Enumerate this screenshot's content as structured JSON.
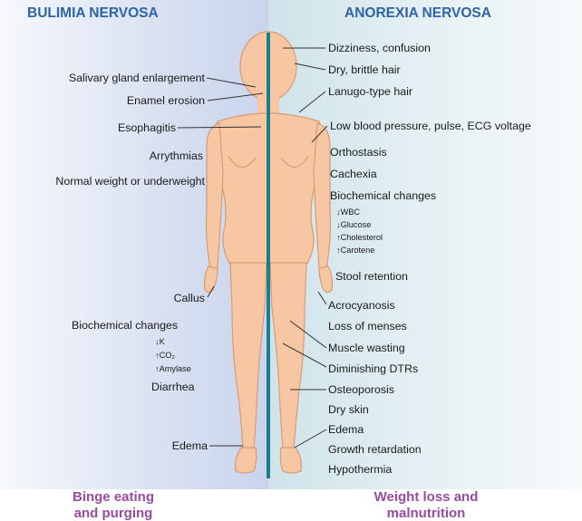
{
  "headers": {
    "left": "BULIMIA NERVOSA",
    "right": "ANOREXIA NERVOSA"
  },
  "footers": {
    "left_line1": "Binge eating",
    "left_line2": "and purging",
    "right_line1": "Weight loss and",
    "right_line2": "malnutrition"
  },
  "bulimia": {
    "salivary": "Salivary gland enlargement",
    "enamel": "Enamel erosion",
    "esophagitis": "Esophagitis",
    "arrhythmias": "Arrythmias",
    "weight": "Normal weight or underweight",
    "callus": "Callus",
    "biochem_title": "Biochemical changes",
    "biochem_k": "↓K",
    "biochem_co2": "↑CO₂",
    "biochem_amylase": "↑Amylase",
    "diarrhea": "Diarrhea",
    "edema": "Edema"
  },
  "anorexia": {
    "dizziness": "Dizziness, confusion",
    "hair": "Dry, brittle hair",
    "lanugo": "Lanugo-type hair",
    "bp": "Low blood pressure, pulse, ECG voltage",
    "orthostasis": "Orthostasis",
    "cachexia": "Cachexia",
    "biochem_title": "Biochemical changes",
    "biochem_wbc": "↓WBC",
    "biochem_glucose": "↓Glucose",
    "biochem_cholesterol": "↑Cholesterol",
    "biochem_carotene": "↑Carotene",
    "stool": "Stool retention",
    "acrocyanosis": "Acrocyanosis",
    "menses": "Loss of menses",
    "muscle": "Muscle wasting",
    "dtrs": "Diminishing DTRs",
    "osteoporosis": "Osteoporosis",
    "dryskin": "Dry skin",
    "edema": "Edema",
    "growth": "Growth retardation",
    "hypothermia": "Hypothermia"
  },
  "colors": {
    "header": "#2e63a5",
    "footer": "#9b4aa3",
    "divider": "#1a7e8c",
    "skin": "#f6c7a2",
    "skin_outline": "#d99a73"
  }
}
